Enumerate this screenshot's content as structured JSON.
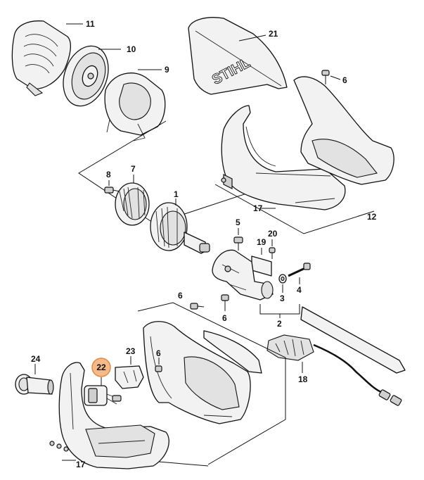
{
  "diagram": {
    "callouts": [
      {
        "id": "11",
        "label": "11"
      },
      {
        "id": "10",
        "label": "10"
      },
      {
        "id": "9",
        "label": "9"
      },
      {
        "id": "21",
        "label": "21"
      },
      {
        "id": "6a",
        "label": "6"
      },
      {
        "id": "8",
        "label": "8"
      },
      {
        "id": "7",
        "label": "7"
      },
      {
        "id": "1",
        "label": "1"
      },
      {
        "id": "17a",
        "label": "17"
      },
      {
        "id": "12",
        "label": "12"
      },
      {
        "id": "5",
        "label": "5"
      },
      {
        "id": "20",
        "label": "20"
      },
      {
        "id": "19",
        "label": "19"
      },
      {
        "id": "4",
        "label": "4"
      },
      {
        "id": "3",
        "label": "3"
      },
      {
        "id": "2",
        "label": "2"
      },
      {
        "id": "6b",
        "label": "6"
      },
      {
        "id": "6c",
        "label": "6"
      },
      {
        "id": "18",
        "label": "18"
      },
      {
        "id": "24",
        "label": "24"
      },
      {
        "id": "22",
        "label": "22"
      },
      {
        "id": "23",
        "label": "23"
      },
      {
        "id": "6d",
        "label": "6"
      },
      {
        "id": "17b",
        "label": "17"
      }
    ],
    "highlight": {
      "id": "22",
      "color": "#f5b98a",
      "border": "#e08a48"
    },
    "brand_text": "STIHL"
  }
}
